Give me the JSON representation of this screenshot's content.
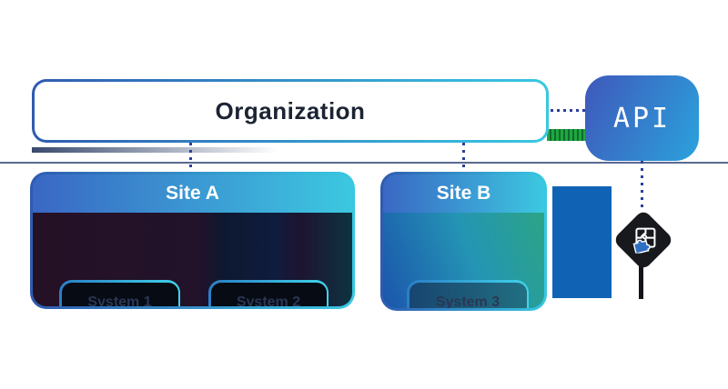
{
  "diagram": {
    "title_node": {
      "label": "Organization"
    },
    "api_node": {
      "label": "API"
    },
    "sites": [
      {
        "label": "Site A",
        "systems": [
          {
            "label": "System 1"
          },
          {
            "label": "System 2"
          }
        ]
      },
      {
        "label": "Site B",
        "systems": [
          {
            "label": "System 3"
          }
        ]
      }
    ],
    "icons": {
      "integration": "puzzle-icon"
    },
    "colors": {
      "page-bg": "#ffffff",
      "border-start": "#2f5bb0",
      "border-end": "#38c8e2",
      "hdr-start": "#3a67c4",
      "hdr-end": "#3cc8e0",
      "api-start": "#3f58bb",
      "api-end": "#2ba2dc",
      "dot-color": "#2b3f9e",
      "flow-green": "#1ea83e",
      "panel-blue": "#1063b4",
      "puzzle-accent": "#2e6fc2"
    }
  }
}
